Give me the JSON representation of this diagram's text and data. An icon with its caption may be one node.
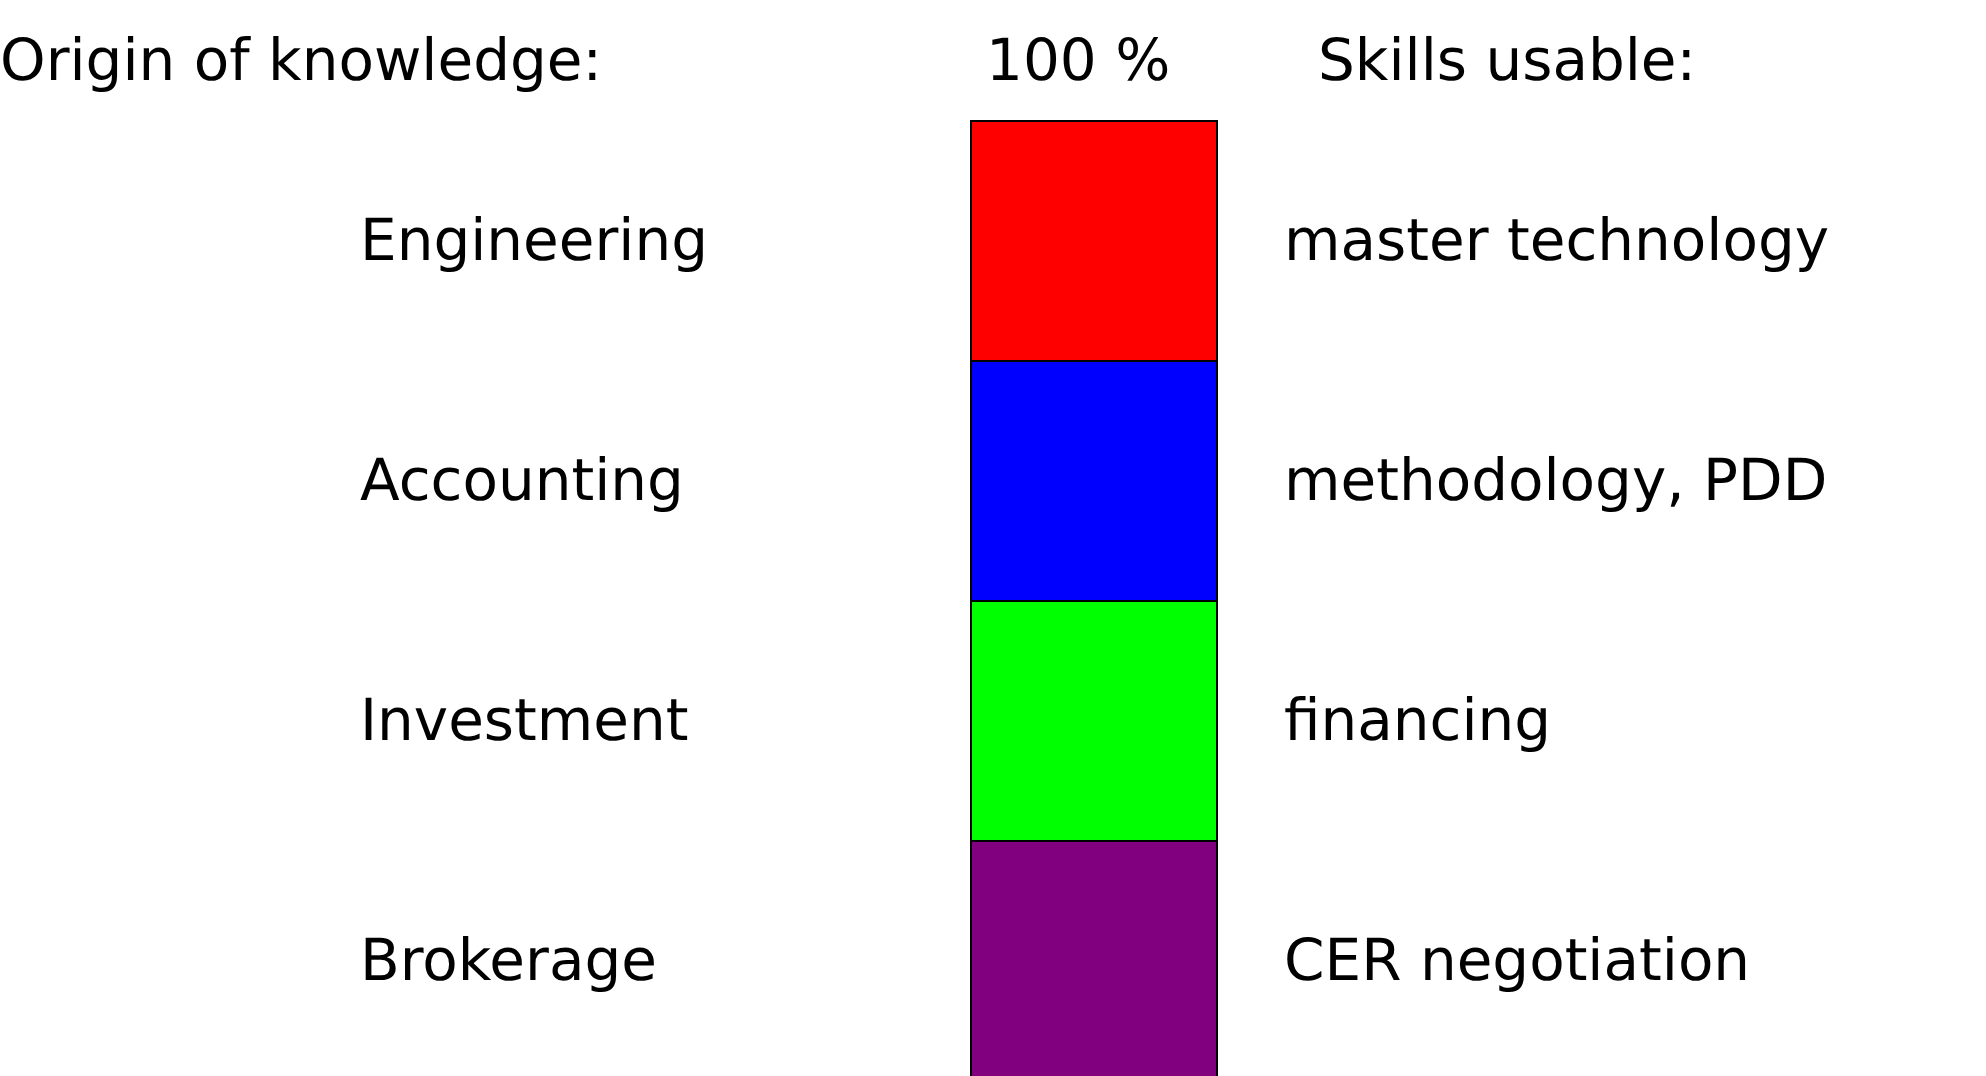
{
  "diagram": {
    "nodes": [
      {
        "text": [],
        "shape": "box"
      },
      {
        "text": [],
        "shape": "box"
      },
      {
        "text": [],
        "shape": "box"
      },
      {
        "text": [],
        "shape": "box"
      }
    ],
    "labels": [
      "Origin of knowledge:",
      "100 %",
      "Skills usable:",
      "Engineering",
      "master technology",
      "Accounting",
      "methodology, PDD",
      "Investment",
      "financing",
      "Brokerage",
      "CER negotiation"
    ]
  }
}
